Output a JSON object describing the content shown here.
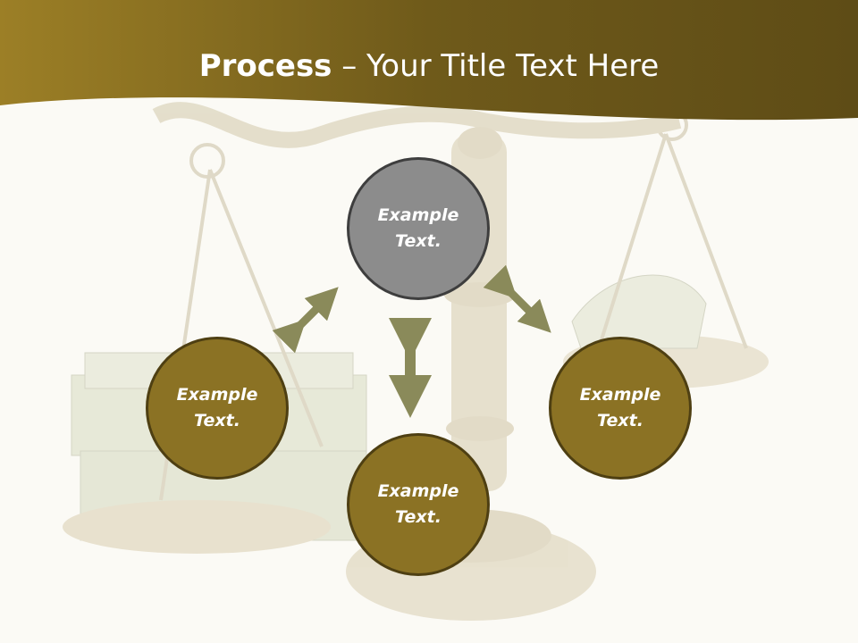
{
  "slide": {
    "title_bold": "Process",
    "title_rest": " – Your Title Text Here"
  },
  "nodes": {
    "top": "Example\nText.",
    "left": "Example\nText.",
    "right": "Example\nText.",
    "bottom": "Example\nText."
  },
  "colors": {
    "banner": "#7a6420",
    "node_gold": "#8b7224",
    "node_grey": "#8c8c8c",
    "arrow": "#8a8a5a",
    "background": "#fbfaf5"
  }
}
